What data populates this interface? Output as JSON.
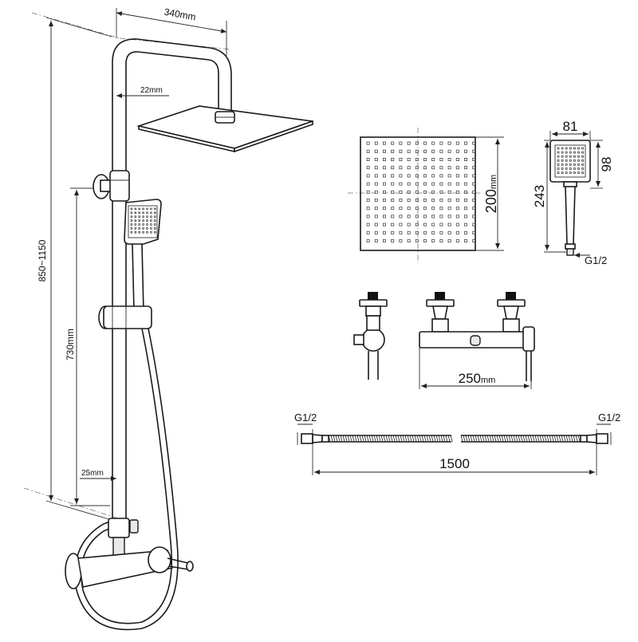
{
  "labels": {
    "riser_width": "340mm",
    "riser_offset": "22mm",
    "total_height": "850~1150",
    "bar_height": "730mm",
    "wall_offset": "25mm",
    "head_size_value": "200",
    "head_size_unit": "mm",
    "hand_width": "81",
    "hand_head_height": "98",
    "hand_length": "243",
    "hand_thread": "G1/2",
    "mixer_width_value": "250",
    "mixer_width_unit": "mm",
    "hose_thread_left": "G1/2",
    "hose_thread_right": "G1/2",
    "hose_length": "1500"
  }
}
